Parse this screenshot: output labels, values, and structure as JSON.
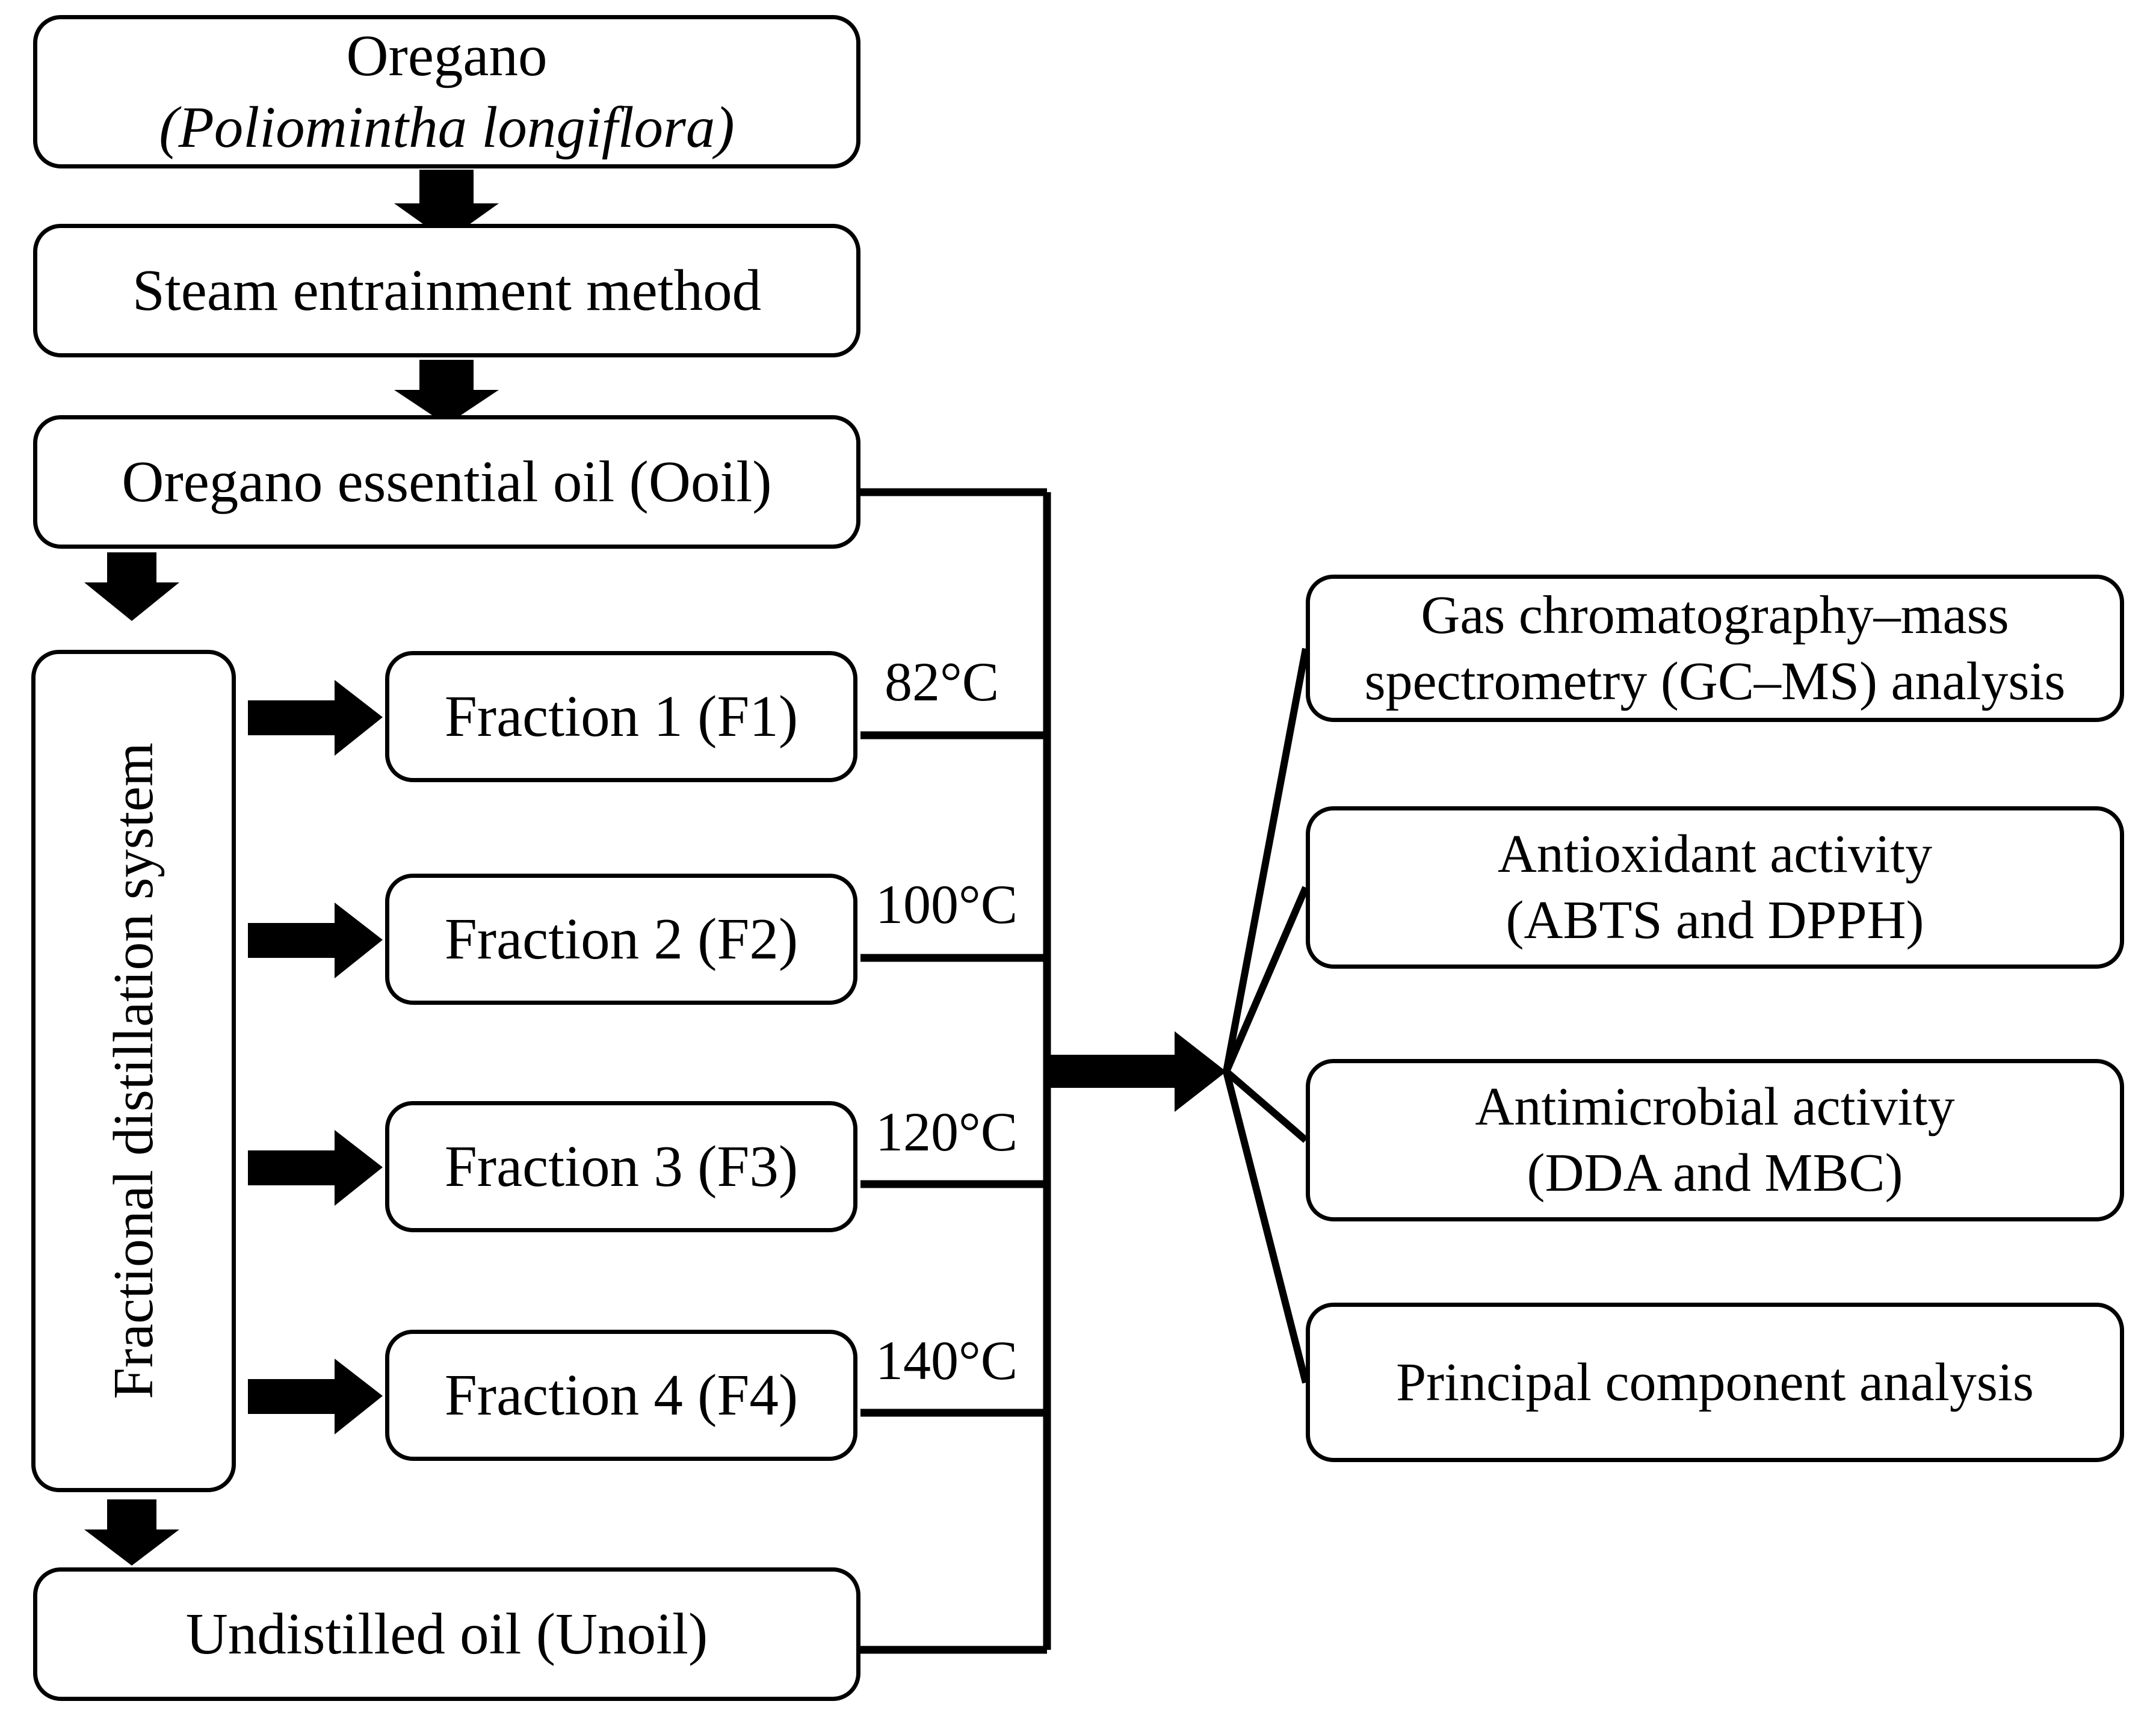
{
  "diagram": {
    "title": "Oregano essential oil fractional distillation and analysis workflow",
    "line_color": "#000000",
    "background": "#ffffff"
  },
  "flow": {
    "source": {
      "label_line1": "Oregano",
      "label_line2": "(Poliomintha longiflora)"
    },
    "method": {
      "label": "Steam entrainment method"
    },
    "essential_oil": {
      "label": "Oregano essential oil (Ooil)"
    },
    "column": {
      "label": "Fractional distillation system"
    },
    "undistilled": {
      "label": "Undistilled oil (Unoil)"
    }
  },
  "fractions": [
    {
      "label": "Fraction 1 (F1)",
      "temperature": "82°C"
    },
    {
      "label": "Fraction 2 (F2)",
      "temperature": "100°C"
    },
    {
      "label": "Fraction 3 (F3)",
      "temperature": "120°C"
    },
    {
      "label": "Fraction 4 (F4)",
      "temperature": "140°C"
    }
  ],
  "analyses": [
    {
      "label": "Gas chromatography–mass\nspectrometry (GC–MS) analysis"
    },
    {
      "label": "Antioxidant activity\n(ABTS and DPPH)"
    },
    {
      "label": "Antimicrobial activity\n(DDA and MBC)"
    },
    {
      "label": "Principal component analysis"
    }
  ]
}
